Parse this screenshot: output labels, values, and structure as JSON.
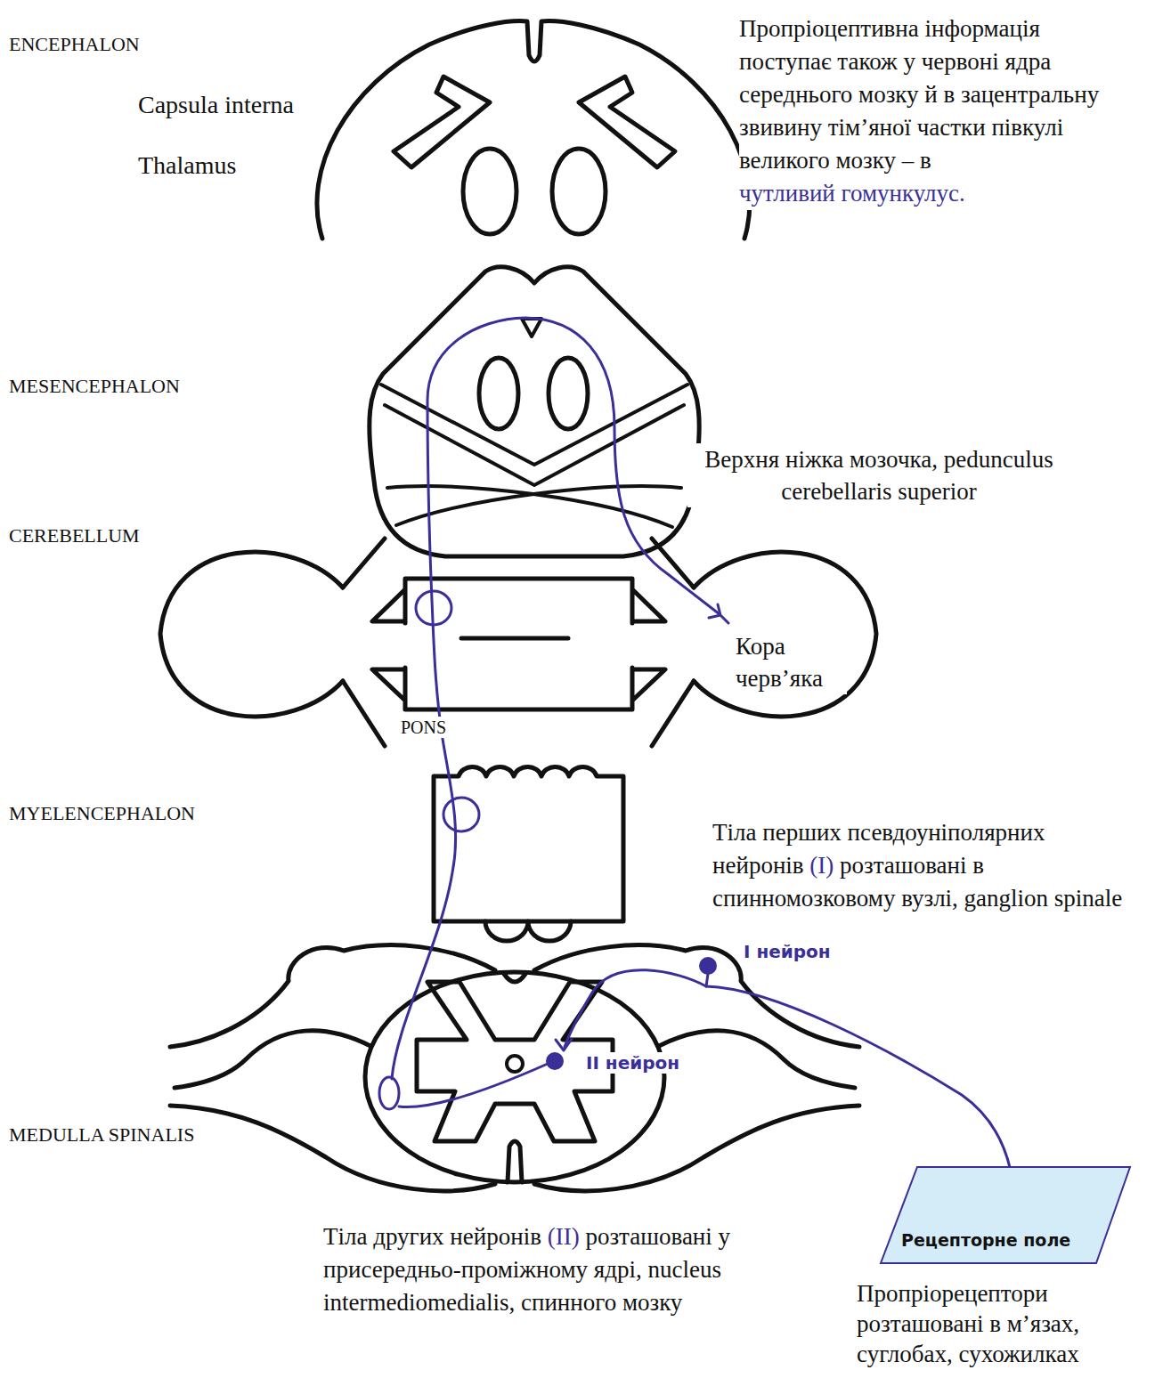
{
  "diagram": {
    "nodes": [
      {
        "text": [
          "Рецепторне поле"
        ]
      }
    ],
    "labels": [
      "ENCEPHALON",
      "Capsula interna",
      "Thalamus",
      "Пропріоцептивна інформація поступає також у червоні ядра середнього мозку й в зацентральну звивину тім’яної частки півкулі великого мозку – в",
      "чутливий гомункулус.",
      "MESENCEPHALON",
      "Верхня ніжка мозочка, pedunculus cerebellaris superior",
      "CEREBELLUM",
      "Кора черв’яка",
      "PONS",
      "MYELENCEPHALON",
      "Тіла перших псевдоуніполярних нейронів",
      "(I)",
      "розташовані в спинномозковому вузлі, ganglion spinale",
      "I нейрон",
      "II нейрон",
      "MEDULLA SPINALIS",
      "Тіла других нейронів",
      "(II)",
      "розташовані у присередньо-проміжному ядрі, nucleus intermediomedialis, спинного мозку",
      "Пропріорецептори розташовані в м’язах, суглобах, сухожилках"
    ]
  }
}
